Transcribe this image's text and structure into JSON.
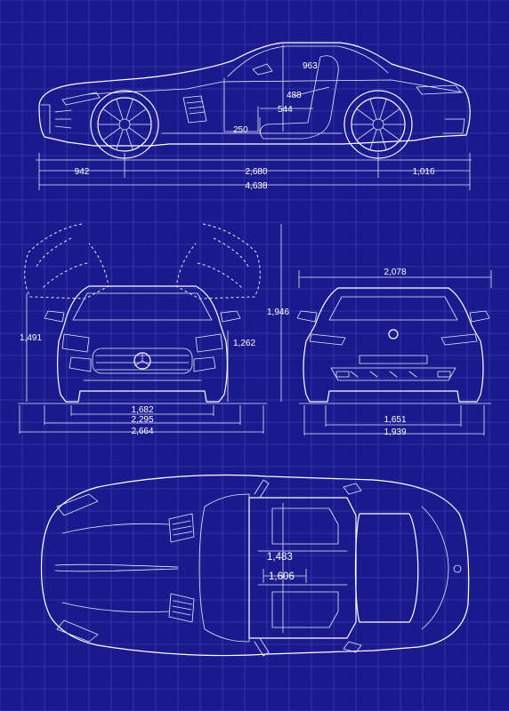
{
  "blueprint": {
    "colors": {
      "background": "#1a1a8c",
      "grid": "#3b3bb4",
      "line": "#ffffff"
    },
    "side_view": {
      "front_overhang": "942",
      "wheelbase": "2,680",
      "rear_overhang": "1,016",
      "overall_length": "4,638",
      "seat_height": "963",
      "seat_depth": "488",
      "seat_length": "544",
      "seat_base": "250"
    },
    "front_view": {
      "door_open_height": "1,946",
      "vehicle_height": "1,491",
      "roof_height": "1,262",
      "track_front": "1,682",
      "width_mirrors": "2,295",
      "width_doors_open": "2,664"
    },
    "rear_view": {
      "width_body": "2,078",
      "track_rear": "1,651",
      "width_total": "1,939"
    },
    "top_view": {
      "cabin_width": "1,483",
      "interior_width": "1,606"
    }
  }
}
